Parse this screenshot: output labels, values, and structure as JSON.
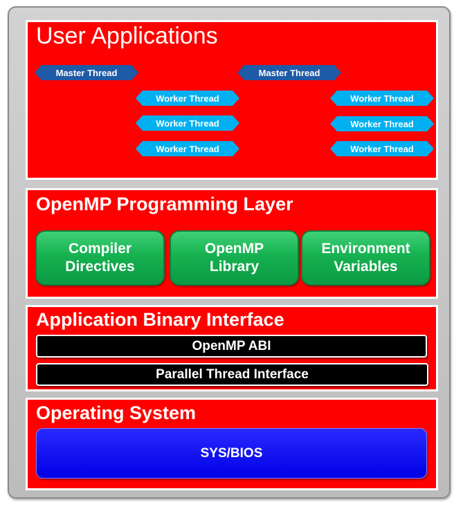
{
  "layers": {
    "user_apps": {
      "title": "User Applications",
      "master_threads": [
        "Master Thread",
        "Master Thread"
      ],
      "worker_threads_left": [
        "Worker Thread",
        "Worker Thread",
        "Worker Thread"
      ],
      "worker_threads_right": [
        "Worker Thread",
        "Worker Thread",
        "Worker Thread"
      ]
    },
    "programming": {
      "title": "OpenMP Programming Layer",
      "boxes": [
        {
          "line1": "Compiler",
          "line2": "Directives"
        },
        {
          "line1": "OpenMP",
          "line2": "Library"
        },
        {
          "line1": "Environment",
          "line2": "Variables"
        }
      ]
    },
    "abi": {
      "title": "Application Binary Interface",
      "bars": [
        "OpenMP ABI",
        "Parallel Thread Interface"
      ]
    },
    "os": {
      "title": "Operating System",
      "box": "SYS/BIOS"
    }
  },
  "colors": {
    "layer": "#ff0000",
    "master_thread": "#1f5aa6",
    "worker_thread": "#00b0f0",
    "component": "#16b150",
    "interface_bar": "#000000",
    "os_box": "#0000f0"
  }
}
